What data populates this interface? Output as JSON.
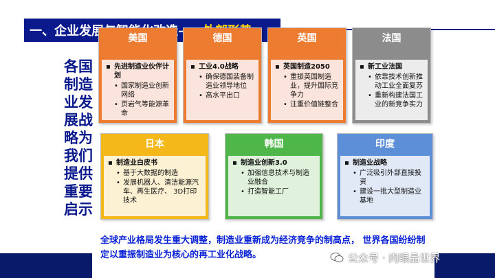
{
  "title": {
    "main": "一、企业发展与智能化改造——",
    "accent": "外部形势"
  },
  "side_label": "各国制造业发展战略为我们提供重要启示",
  "cards": [
    {
      "country": "美国",
      "color": "#ee7c30",
      "head": "先进制造业伙伴计划",
      "bullets": [
        "国家制造业创新网络",
        "页岩气等能源革命"
      ]
    },
    {
      "country": "德国",
      "color": "#ee7c30",
      "head": "工业4.0战略",
      "bullets": [
        "确保德国装备制造业领导地位",
        "高水平出口"
      ]
    },
    {
      "country": "英国",
      "color": "#ee7c30",
      "head": "英国制造2050",
      "bullets": [
        "重振英国制造业，提升国际竞争力",
        "注重价值链整合"
      ]
    },
    {
      "country": "法国",
      "color": "#8c8c8c",
      "head": "新工业法国",
      "bullets": [
        "依靠技术创新推动工业全面复苏",
        "重新构建法国工业的新竞争实力"
      ]
    },
    {
      "country": "日本",
      "color": "#f5b81a",
      "head": "制造业白皮书",
      "bullets": [
        "基于大数据的制造",
        "发展机器人、清洁能源汽车、再生医疗、 3D打印技术"
      ]
    },
    {
      "country": "韩国",
      "color": "#4fb64a",
      "head": "制造业创新3.0",
      "bullets": [
        "加强信息技术与制造业融合",
        "打造智能工厂"
      ]
    },
    {
      "country": "印度",
      "color": "#5d8fd8",
      "head": "制造业战略",
      "bullets": [
        "广泛吸引外部直接投资",
        "建设一批大型制造业基地"
      ]
    }
  ],
  "footer": "全球产业格局发生重大调整，制造业重新成为经济竞争的制高点， 世界各国纷纷制定以重振制造业为核心的再工业化战略。",
  "watermark": "公众号 · 肉眼品世界"
}
